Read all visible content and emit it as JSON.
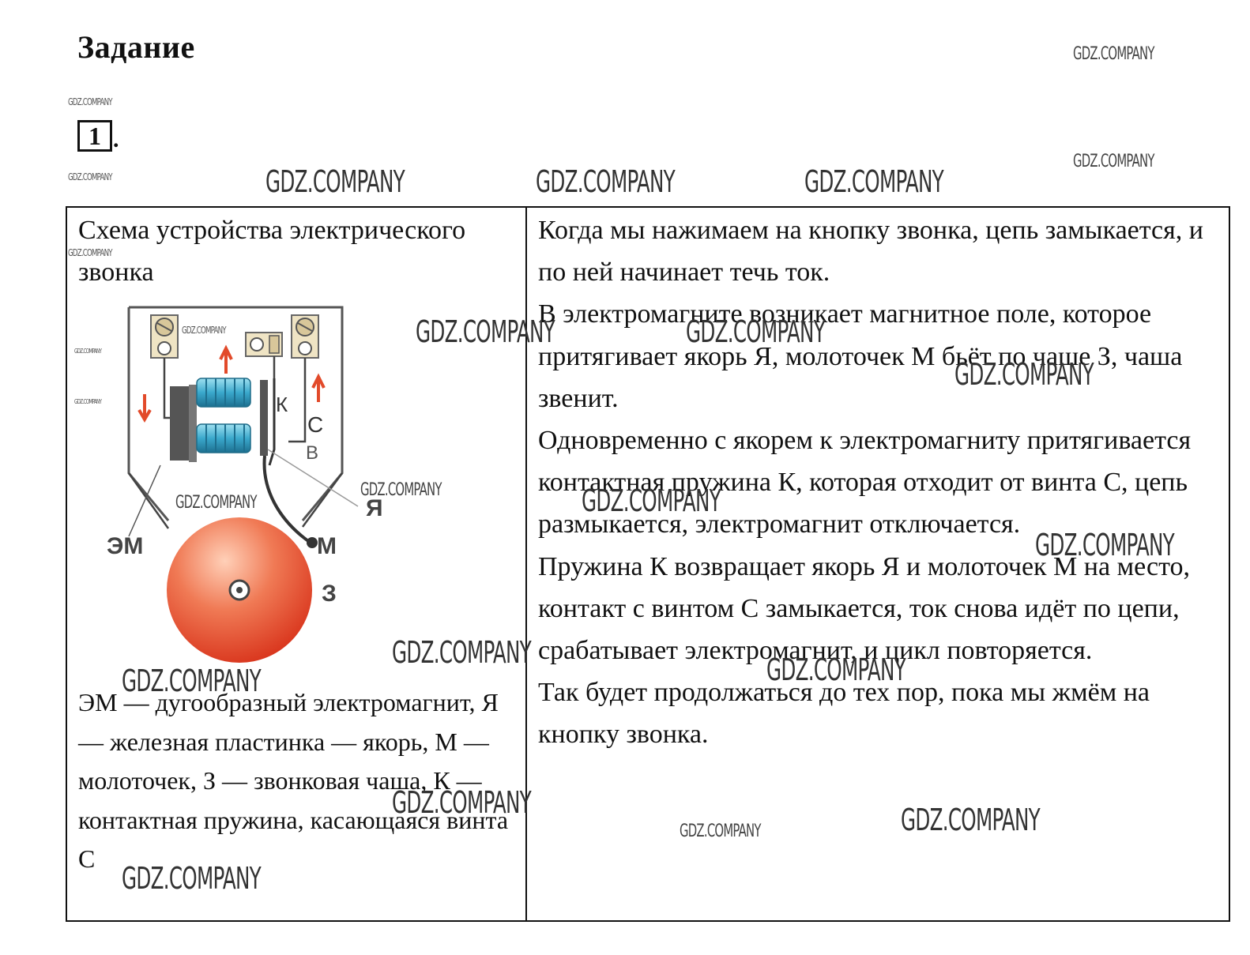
{
  "heading": "Задание",
  "task_number": "1",
  "left_column": {
    "title": "Схема устройства электрического звонка",
    "diagram_labels": {
      "k": "К",
      "c": "С",
      "b": "В",
      "ya": "Я",
      "em": "ЭМ",
      "m": "М",
      "z": "З"
    },
    "legend": "ЭМ — дугообразный электромагнит,  Я — железная пластинка — якорь,  М — молоточек,  З — звонковая чаша, К — контактная пружина, касающаяся винта С"
  },
  "right_column": {
    "paragraphs": [
      "Когда мы нажимаем на кнопку звонка, цепь замыкается, и по ней начинает течь ток.",
      "В электромагните возникает магнитное поле, которое притягивает якорь Я, молоточек М бьёт по чаше З, чаша звенит.",
      "Одновременно с якорем к электромагниту притягивается контактная пружина К, которая отходит от винта С, цепь размыкается, электромагнит отключается.",
      "Пружина К возвращает якорь Я и молоточек М на место, контакт с винтом С замыкается, ток снова идёт по цепи, срабатывает электромагнит, и цикл повторяется.",
      "Так будет продолжаться до тех пор, пока мы жмём на кнопку звонка."
    ]
  },
  "watermark": "GDZ.COMPANY",
  "colors": {
    "bell": "#e8452c",
    "coil": "#4fb6d6",
    "arrow": "#e24a2a",
    "screw": "#c9b48a"
  }
}
